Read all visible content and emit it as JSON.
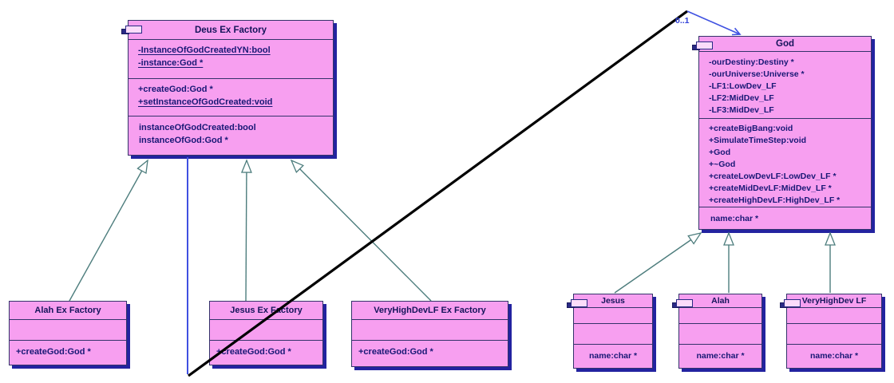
{
  "diagram": {
    "classes": {
      "deus_ex_factory": {
        "title": "Deus Ex Factory",
        "attributes": [
          "-InstanceOfGodCreatedYN:bool",
          "-instance:God *"
        ],
        "methods": [
          "+createGod:God *",
          "+setInstanceOfGodCreated:void"
        ],
        "extras": [
          "instanceOfGodCreated:bool",
          "instanceOfGod:God *"
        ]
      },
      "god": {
        "title": "God",
        "attributes": [
          "-ourDestiny:Destiny *",
          "-ourUniverse:Universe *",
          "-LF1:LowDev_LF",
          "-LF2:MidDev_LF",
          "-LF3:MidDev_LF"
        ],
        "methods": [
          "+createBigBang:void",
          "+SimulateTimeStep:void",
          "+God",
          "+~God",
          "+createLowDevLF:LowDev_LF *",
          "+createMidDevLF:MidDev_LF *",
          "+createHighDevLF:HighDev_LF *"
        ],
        "extras": [
          "name:char *"
        ]
      },
      "alah_ex_factory": {
        "title": "Alah Ex Factory",
        "methods": [
          "+createGod:God *"
        ]
      },
      "jesus_ex_factory": {
        "title": "Jesus Ex Factory",
        "methods": [
          "+createGod:God *"
        ]
      },
      "veryhighdevlf_ex_factory": {
        "title": "VeryHighDevLF Ex Factory",
        "methods": [
          "+createGod:God *"
        ]
      },
      "jesus": {
        "title": "Jesus",
        "extras": [
          "name:char *"
        ]
      },
      "alah": {
        "title": "Alah",
        "extras": [
          "name:char *"
        ]
      },
      "veryhighdev_lf": {
        "title": "VeryHighDev LF",
        "extras": [
          "name:char *"
        ]
      }
    },
    "labels": {
      "multiplicity": "0..1"
    },
    "colors": {
      "class_fill": "#F79FF0",
      "class_border": "#33336A",
      "shadow": "#2323A0",
      "member_text": "#181875",
      "generalization_line": "#4D7D7D",
      "association_line": "#3F51E1",
      "cross_line": "#000000"
    }
  }
}
